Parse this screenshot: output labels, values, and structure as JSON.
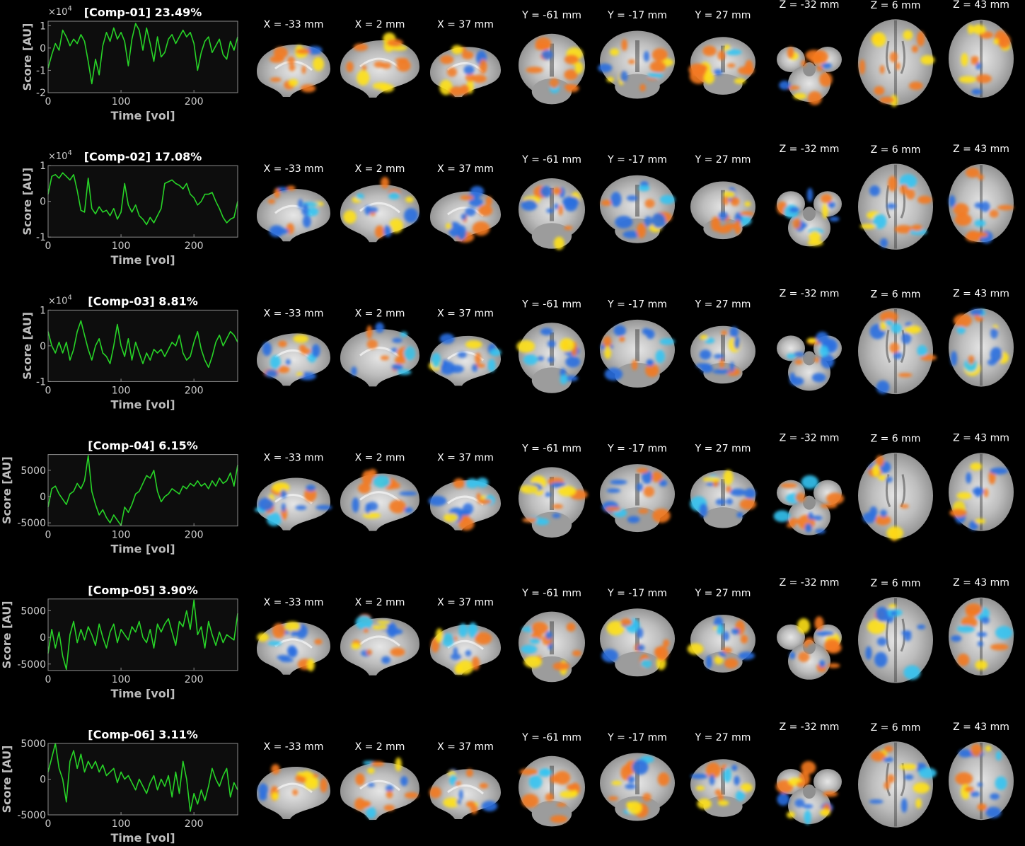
{
  "chart_data": [
    {
      "type": "line",
      "title": "[Comp-01] 23.49%",
      "xlabel": "Time [vol]",
      "ylabel": "Score [AU]",
      "y_multiplier": "×10",
      "y_exponent": "4",
      "xlim": [
        0,
        260
      ],
      "ylim": [
        -2,
        1.2
      ],
      "xticks": [
        0,
        100,
        200
      ],
      "xticklabels": [
        "0",
        "100",
        "200"
      ],
      "yticks": [
        -2,
        -1,
        0,
        1
      ],
      "yticklabels": [
        "-2",
        "-1",
        "0",
        "1"
      ],
      "series": [
        {
          "color": "#27d327",
          "x": [
            0,
            5,
            10,
            15,
            20,
            25,
            30,
            35,
            40,
            45,
            50,
            55,
            60,
            65,
            70,
            75,
            80,
            85,
            90,
            95,
            100,
            105,
            110,
            115,
            120,
            125,
            130,
            135,
            140,
            145,
            150,
            155,
            160,
            165,
            170,
            175,
            180,
            185,
            190,
            195,
            200,
            205,
            210,
            215,
            220,
            225,
            230,
            235,
            240,
            245,
            250,
            255,
            260
          ],
          "y": [
            -0.9,
            -0.3,
            0.2,
            -0.1,
            0.8,
            0.5,
            0.1,
            0.4,
            0.2,
            0.6,
            0.3,
            -0.6,
            -1.6,
            -0.5,
            -1.2,
            0.1,
            0.7,
            0.3,
            0.9,
            0.4,
            0.7,
            0.3,
            -0.8,
            0.4,
            1.1,
            0.8,
            -0.1,
            0.9,
            0.2,
            -0.6,
            0.5,
            -0.4,
            -0.2,
            0.4,
            0.6,
            0.2,
            0.5,
            0.8,
            0.5,
            0.7,
            0.2,
            -1.0,
            -0.2,
            0.3,
            0.5,
            -0.2,
            0.1,
            0.4,
            -0.3,
            -0.5,
            0.3,
            -0.1,
            0.5
          ]
        }
      ]
    },
    {
      "type": "line",
      "title": "[Comp-02] 17.08%",
      "xlabel": "Time [vol]",
      "ylabel": "Score [AU]",
      "y_multiplier": "×10",
      "y_exponent": "4",
      "xlim": [
        0,
        260
      ],
      "ylim": [
        -1,
        1
      ],
      "xticks": [
        0,
        100,
        200
      ],
      "xticklabels": [
        "0",
        "100",
        "200"
      ],
      "yticks": [
        -1,
        0,
        1
      ],
      "yticklabels": [
        "-1",
        "0",
        "1"
      ],
      "series": [
        {
          "color": "#27d327",
          "x": [
            0,
            5,
            10,
            15,
            20,
            25,
            30,
            35,
            40,
            45,
            50,
            55,
            60,
            65,
            70,
            75,
            80,
            85,
            90,
            95,
            100,
            105,
            110,
            115,
            120,
            125,
            130,
            135,
            140,
            145,
            150,
            155,
            160,
            165,
            170,
            175,
            180,
            185,
            190,
            195,
            200,
            205,
            210,
            215,
            220,
            225,
            230,
            235,
            240,
            245,
            250,
            255,
            260
          ],
          "y": [
            0.2,
            0.7,
            0.75,
            0.65,
            0.8,
            0.7,
            0.6,
            0.75,
            0.3,
            -0.25,
            -0.3,
            0.65,
            -0.2,
            -0.35,
            -0.15,
            -0.3,
            -0.25,
            -0.4,
            -0.2,
            -0.5,
            -0.3,
            0.5,
            -0.1,
            -0.3,
            -0.1,
            -0.4,
            -0.5,
            -0.65,
            -0.45,
            -0.6,
            -0.4,
            -0.2,
            0.5,
            0.55,
            0.6,
            0.5,
            0.45,
            0.35,
            0.5,
            0.2,
            0.1,
            -0.1,
            0.0,
            0.2,
            0.2,
            0.25,
            0.0,
            -0.2,
            -0.45,
            -0.6,
            -0.5,
            -0.45,
            0.0
          ]
        }
      ]
    },
    {
      "type": "line",
      "title": "[Comp-03] 8.81%",
      "xlabel": "Time [vol]",
      "ylabel": "Score [AU]",
      "y_multiplier": "×10",
      "y_exponent": "4",
      "xlim": [
        0,
        260
      ],
      "ylim": [
        -1,
        1
      ],
      "xticks": [
        0,
        100,
        200
      ],
      "xticklabels": [
        "0",
        "100",
        "200"
      ],
      "yticks": [
        -1,
        0,
        1
      ],
      "yticklabels": [
        "-1",
        "0",
        "1"
      ],
      "series": [
        {
          "color": "#27d327",
          "x": [
            0,
            5,
            10,
            15,
            20,
            25,
            30,
            35,
            40,
            45,
            50,
            55,
            60,
            65,
            70,
            75,
            80,
            85,
            90,
            95,
            100,
            105,
            110,
            115,
            120,
            125,
            130,
            135,
            140,
            145,
            150,
            155,
            160,
            165,
            170,
            175,
            180,
            185,
            190,
            195,
            200,
            205,
            210,
            215,
            220,
            225,
            230,
            235,
            240,
            245,
            250,
            255,
            260
          ],
          "y": [
            0.4,
            0.0,
            -0.2,
            0.1,
            -0.2,
            0.1,
            -0.4,
            -0.1,
            0.4,
            0.7,
            0.3,
            -0.1,
            -0.4,
            0.0,
            0.2,
            -0.2,
            -0.3,
            -0.5,
            0.0,
            0.6,
            0.0,
            -0.3,
            0.2,
            -0.4,
            0.1,
            -0.2,
            -0.5,
            -0.2,
            -0.4,
            -0.1,
            -0.2,
            -0.1,
            -0.3,
            -0.1,
            0.1,
            0.0,
            0.3,
            -0.2,
            -0.4,
            -0.3,
            0.1,
            0.4,
            -0.1,
            -0.4,
            -0.6,
            -0.3,
            0.1,
            0.3,
            0.0,
            0.2,
            0.4,
            0.3,
            0.1
          ]
        }
      ]
    },
    {
      "type": "line",
      "title": "[Comp-04] 6.15%",
      "xlabel": "Time [vol]",
      "ylabel": "Score [AU]",
      "xlim": [
        0,
        260
      ],
      "ylim": [
        -5600,
        8000
      ],
      "xticks": [
        0,
        100,
        200
      ],
      "xticklabels": [
        "0",
        "100",
        "200"
      ],
      "yticks": [
        -5000,
        0,
        5000
      ],
      "yticklabels": [
        "-5000",
        "0",
        "5000"
      ],
      "series": [
        {
          "color": "#27d327",
          "x": [
            0,
            5,
            10,
            15,
            20,
            25,
            30,
            35,
            40,
            45,
            50,
            55,
            60,
            65,
            70,
            75,
            80,
            85,
            90,
            95,
            100,
            105,
            110,
            115,
            120,
            125,
            130,
            135,
            140,
            145,
            150,
            155,
            160,
            165,
            170,
            175,
            180,
            185,
            190,
            195,
            200,
            205,
            210,
            215,
            220,
            225,
            230,
            235,
            240,
            245,
            250,
            255,
            260
          ],
          "y": [
            -2000,
            1500,
            2000,
            500,
            -500,
            -1500,
            500,
            1000,
            2500,
            1500,
            3000,
            7800,
            1000,
            -1500,
            -3500,
            -2500,
            -4000,
            -5000,
            -3500,
            -4500,
            -5500,
            -2000,
            -3000,
            -1500,
            500,
            1000,
            2500,
            4000,
            3500,
            5000,
            1000,
            -1000,
            0,
            500,
            1500,
            1000,
            500,
            2000,
            1500,
            2500,
            2000,
            3000,
            2000,
            2500,
            1500,
            3000,
            2000,
            3500,
            2500,
            3000,
            4500,
            2000,
            6000
          ]
        }
      ]
    },
    {
      "type": "line",
      "title": "[Comp-05] 3.90%",
      "xlabel": "Time [vol]",
      "ylabel": "Score [AU]",
      "xlim": [
        0,
        260
      ],
      "ylim": [
        -6200,
        7200
      ],
      "xticks": [
        0,
        100,
        200
      ],
      "xticklabels": [
        "0",
        "100",
        "200"
      ],
      "yticks": [
        -5000,
        0,
        5000
      ],
      "yticklabels": [
        "-5000",
        "0",
        "5000"
      ],
      "series": [
        {
          "color": "#27d327",
          "x": [
            0,
            5,
            10,
            15,
            20,
            25,
            30,
            35,
            40,
            45,
            50,
            55,
            60,
            65,
            70,
            75,
            80,
            85,
            90,
            95,
            100,
            105,
            110,
            115,
            120,
            125,
            130,
            135,
            140,
            145,
            150,
            155,
            160,
            165,
            170,
            175,
            180,
            185,
            190,
            195,
            200,
            205,
            210,
            215,
            220,
            225,
            230,
            235,
            240,
            245,
            250,
            255,
            260
          ],
          "y": [
            -3000,
            1500,
            -2000,
            1000,
            -3500,
            -6000,
            500,
            3000,
            -1000,
            1500,
            -500,
            2000,
            500,
            -1500,
            2500,
            0,
            -2000,
            1000,
            2500,
            -1000,
            1500,
            500,
            -500,
            2000,
            1000,
            3000,
            0,
            -1000,
            1500,
            -2000,
            2500,
            1000,
            2500,
            3500,
            1000,
            -1500,
            3000,
            2000,
            5000,
            1500,
            7000,
            500,
            2000,
            -2000,
            3000,
            500,
            -1500,
            1000,
            -1000,
            500,
            0,
            -500,
            4500
          ]
        }
      ]
    },
    {
      "type": "line",
      "title": "[Comp-06] 3.11%",
      "xlabel": "Time [vol]",
      "ylabel": "Score [AU]",
      "xlim": [
        0,
        260
      ],
      "ylim": [
        -5000,
        5000
      ],
      "xticks": [
        0,
        100,
        200
      ],
      "xticklabels": [
        "0",
        "100",
        "200"
      ],
      "yticks": [
        -5000,
        0,
        5000
      ],
      "yticklabels": [
        "-5000",
        "0",
        "5000"
      ],
      "series": [
        {
          "color": "#27d327",
          "x": [
            0,
            5,
            10,
            15,
            20,
            25,
            30,
            35,
            40,
            45,
            50,
            55,
            60,
            65,
            70,
            75,
            80,
            85,
            90,
            95,
            100,
            105,
            110,
            115,
            120,
            125,
            130,
            135,
            140,
            145,
            150,
            155,
            160,
            165,
            170,
            175,
            180,
            185,
            190,
            195,
            200,
            205,
            210,
            215,
            220,
            225,
            230,
            235,
            240,
            245,
            250,
            255,
            260
          ],
          "y": [
            1000,
            3000,
            5000,
            1500,
            0,
            -3200,
            2500,
            4000,
            1500,
            3500,
            1000,
            2500,
            1500,
            2500,
            1000,
            2000,
            500,
            1000,
            1500,
            -500,
            1000,
            0,
            500,
            -500,
            -1500,
            0,
            -1000,
            -2000,
            -500,
            500,
            -1500,
            0,
            -1000,
            500,
            -2500,
            1000,
            -2000,
            2500,
            0,
            -4500,
            -2000,
            -3500,
            -1500,
            -3000,
            -1000,
            1500,
            0,
            -1000,
            500,
            1500,
            -2500,
            -500,
            -1500
          ]
        }
      ]
    }
  ],
  "slices": {
    "labels": [
      "X = -33 mm",
      "X = 2 mm",
      "X = 37 mm",
      "Y = -61 mm",
      "Y = -17 mm",
      "Y = 27 mm",
      "Z = -32 mm",
      "Z = 6 mm",
      "Z = 43 mm"
    ],
    "colors": {
      "brain_gray": "#a8a8a8",
      "brain_light": "#d9d9d9",
      "positive_orange": "#f47920",
      "positive_yellow": "#ffe11a",
      "negative_blue": "#2a6fe0",
      "negative_cyan": "#33c4f2"
    }
  }
}
